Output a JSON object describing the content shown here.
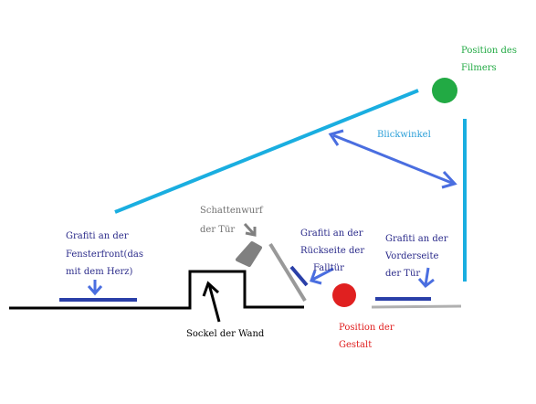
{
  "colors": {
    "filmer": "#22aa44",
    "sightline": "#1aaee0",
    "blickwinkel": "#2a9fd8",
    "arrow": "#4a6ee0",
    "graffiti_bar": "#2a3fa8",
    "shadow": "#808080",
    "door": "#999999",
    "figure": "#e02020",
    "floor": "#000000",
    "caption_blue": "#2a2a8a",
    "caption_gray": "#707070",
    "caption_red": "#e02020"
  },
  "labels": {
    "filmer": [
      "Position des",
      "Filmers"
    ],
    "blickwinkel": "Blickwinkel",
    "schatten": [
      "Schattenwurf",
      "der Tür"
    ],
    "fenster": [
      "Grafiti an der",
      "Fensterfront(das",
      "mit dem Herz)"
    ],
    "rueckseite": [
      "Grafiti an der",
      "Rückseite der",
      "Falltür"
    ],
    "vorderseite": [
      "Grafiti an der",
      "Vorderseite",
      "der Tür"
    ],
    "sockel": "Sockel der Wand",
    "gestalt": [
      "Position der",
      "Gestalt"
    ]
  }
}
